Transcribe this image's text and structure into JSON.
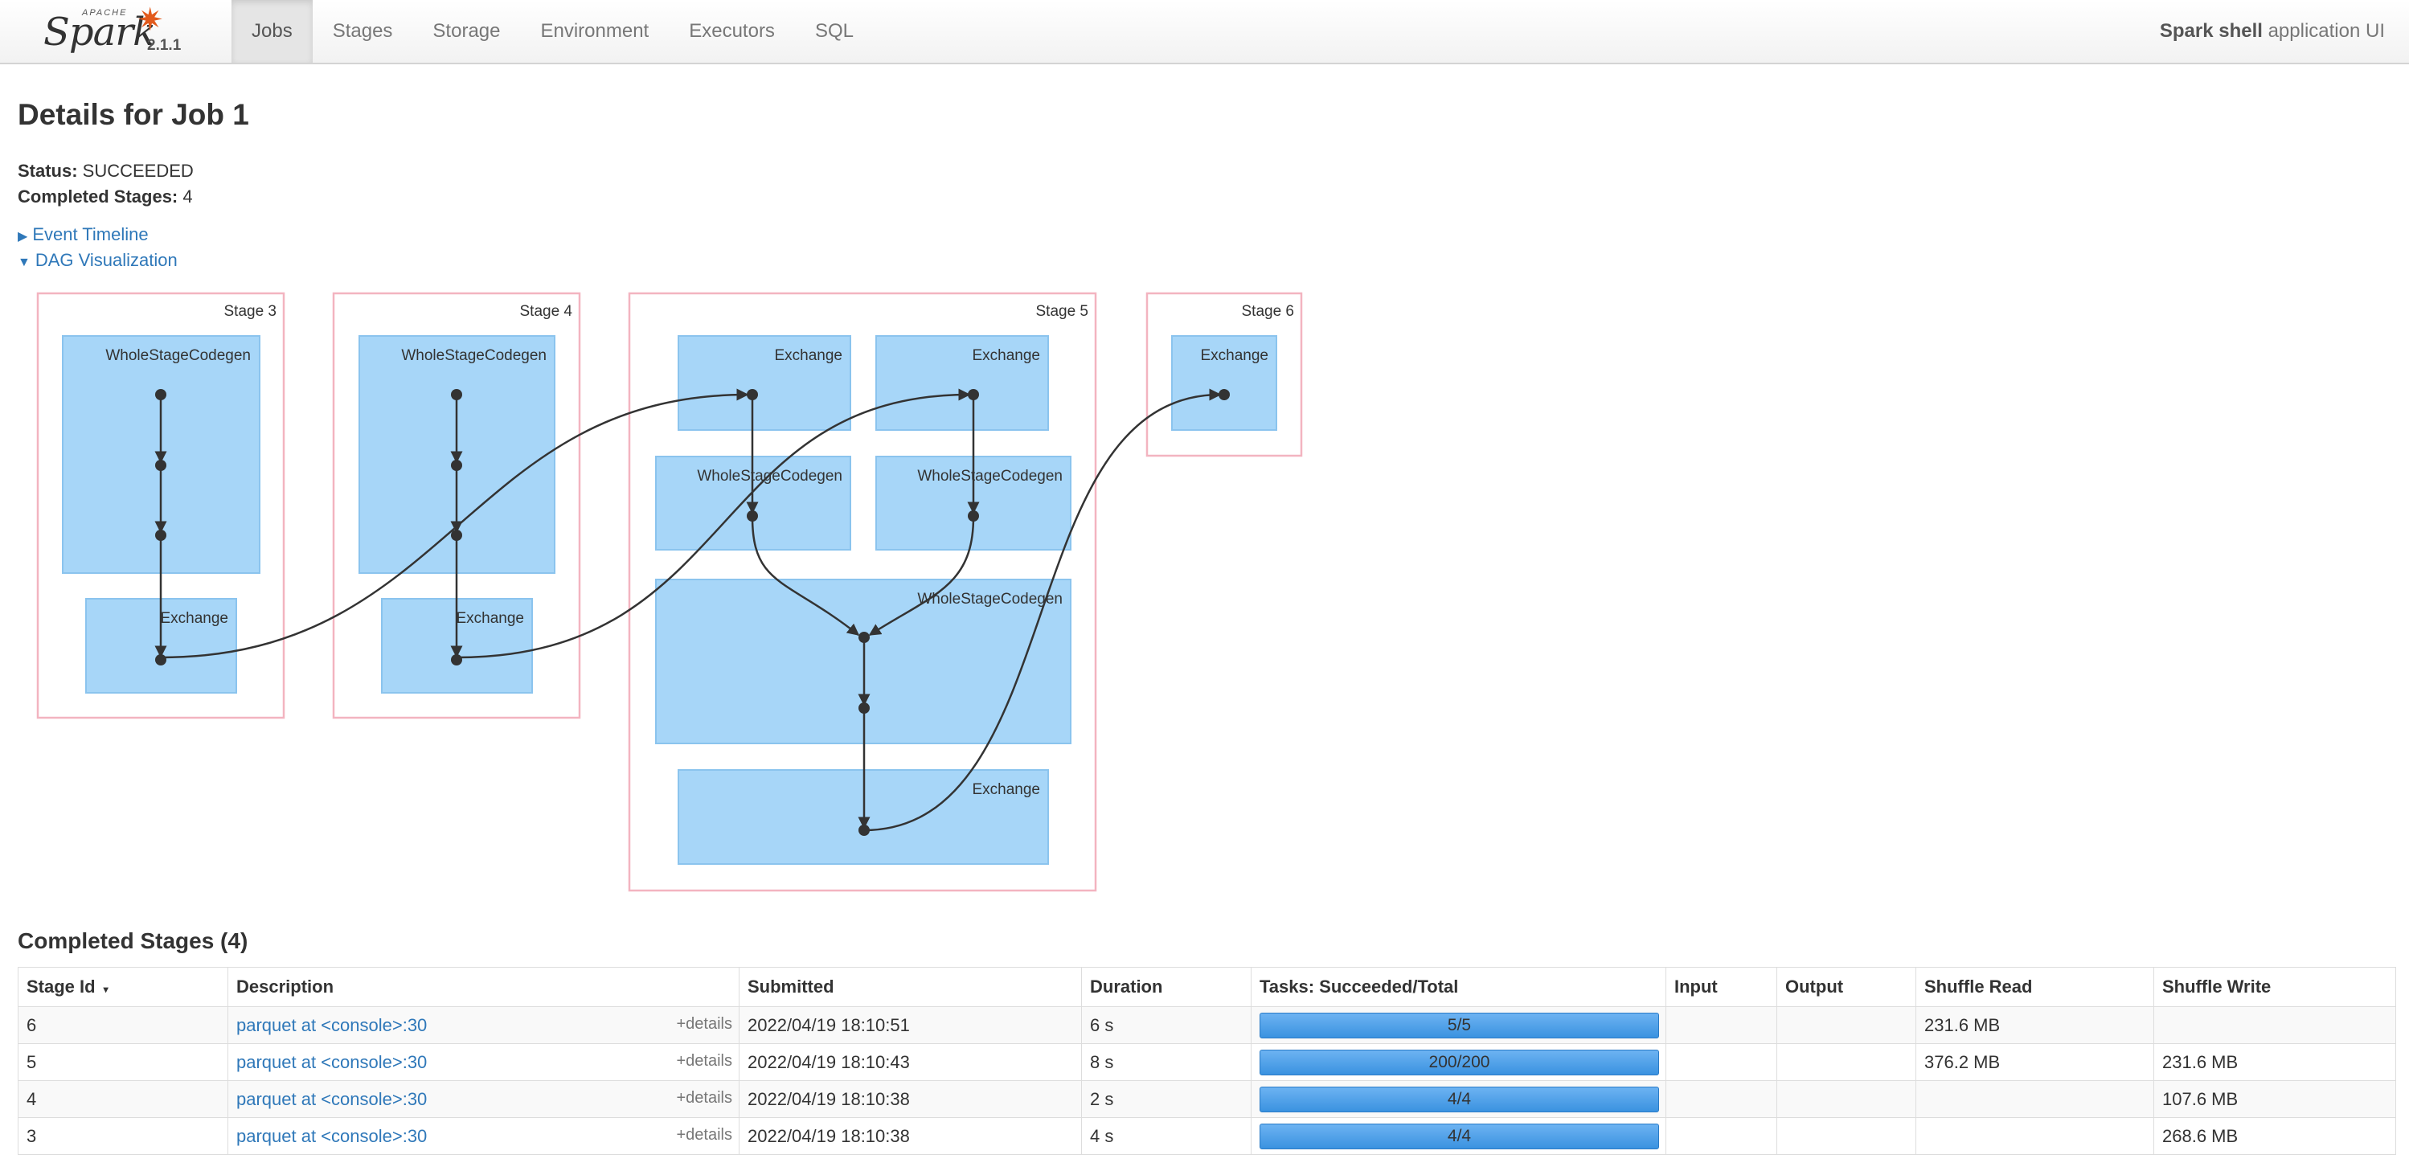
{
  "brand": {
    "apache": "APACHE",
    "name": "Spark",
    "version": "2.1.1"
  },
  "nav": [
    "Jobs",
    "Stages",
    "Storage",
    "Environment",
    "Executors",
    "SQL"
  ],
  "app": {
    "name": "Spark shell",
    "suffix": " application UI"
  },
  "page": {
    "title": "Details for Job 1",
    "status_label": "Status:",
    "status_value": " SUCCEEDED",
    "completed_label": "Completed Stages:",
    "completed_value": " 4",
    "event_timeline": "Event Timeline",
    "dag_visualization": "DAG Visualization"
  },
  "dag": {
    "stages": [
      "Stage 3",
      "Stage 4",
      "Stage 5",
      "Stage 6"
    ],
    "clusters": [
      "WholeStageCodegen",
      "Exchange",
      "WholeStageCodegen",
      "Exchange",
      "Exchange",
      "Exchange",
      "WholeStageCodegen",
      "WholeStageCodegen",
      "WholeStageCodegen",
      "Exchange",
      "Exchange"
    ]
  },
  "completed_stages": {
    "title": "Completed Stages (4)",
    "columns": [
      "Stage Id",
      "Description",
      "Submitted",
      "Duration",
      "Tasks: Succeeded/Total",
      "Input",
      "Output",
      "Shuffle Read",
      "Shuffle Write"
    ],
    "sort_indicator": "▾",
    "details_label": "+details",
    "rows": [
      {
        "id": "6",
        "desc": "parquet at <console>:30",
        "submitted": "2022/04/19 18:10:51",
        "duration": "6 s",
        "tasks": "5/5",
        "tasks_fraction": 1,
        "input": "",
        "output": "",
        "shuffle_read": "231.6 MB",
        "shuffle_write": ""
      },
      {
        "id": "5",
        "desc": "parquet at <console>:30",
        "submitted": "2022/04/19 18:10:43",
        "duration": "8 s",
        "tasks": "200/200",
        "tasks_fraction": 1,
        "input": "",
        "output": "",
        "shuffle_read": "376.2 MB",
        "shuffle_write": "231.6 MB"
      },
      {
        "id": "4",
        "desc": "parquet at <console>:30",
        "submitted": "2022/04/19 18:10:38",
        "duration": "2 s",
        "tasks": "4/4",
        "tasks_fraction": 1,
        "input": "",
        "output": "",
        "shuffle_read": "",
        "shuffle_write": "107.6 MB"
      },
      {
        "id": "3",
        "desc": "parquet at <console>:30",
        "submitted": "2022/04/19 18:10:38",
        "duration": "4 s",
        "tasks": "4/4",
        "tasks_fraction": 1,
        "input": "",
        "output": "",
        "shuffle_read": "",
        "shuffle_write": "268.6 MB"
      }
    ]
  }
}
